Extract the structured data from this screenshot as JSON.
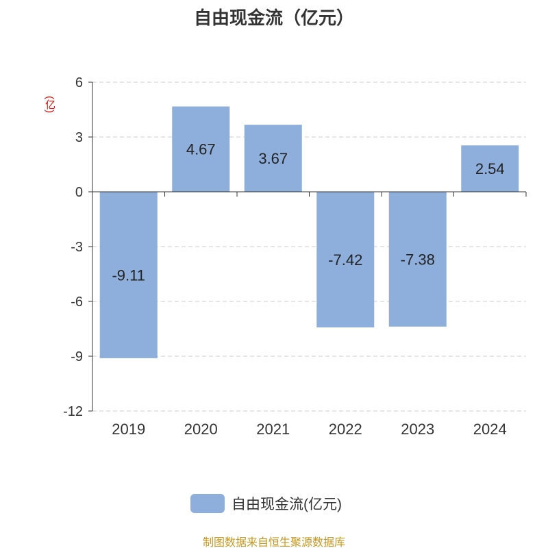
{
  "chart_data": {
    "type": "bar",
    "title": "自由现金流（亿元）",
    "ylabel": "(亿)",
    "categories": [
      "2019",
      "2020",
      "2021",
      "2022",
      "2023",
      "2024"
    ],
    "values": [
      -9.11,
      4.67,
      3.67,
      -7.42,
      -7.38,
      2.54
    ],
    "data_labels": [
      "-9.11",
      "4.67",
      "3.67",
      "-7.42",
      "-7.38",
      "2.54"
    ],
    "yticks": [
      6,
      3,
      0,
      -3,
      -6,
      -9,
      -12
    ],
    "ylim": [
      -12,
      6
    ],
    "grid": true,
    "legend": {
      "label": "自由现金流(亿元)",
      "placement": "bottom"
    },
    "color": "#8eaedb"
  },
  "footer": "制图数据来自恒生聚源数据库"
}
